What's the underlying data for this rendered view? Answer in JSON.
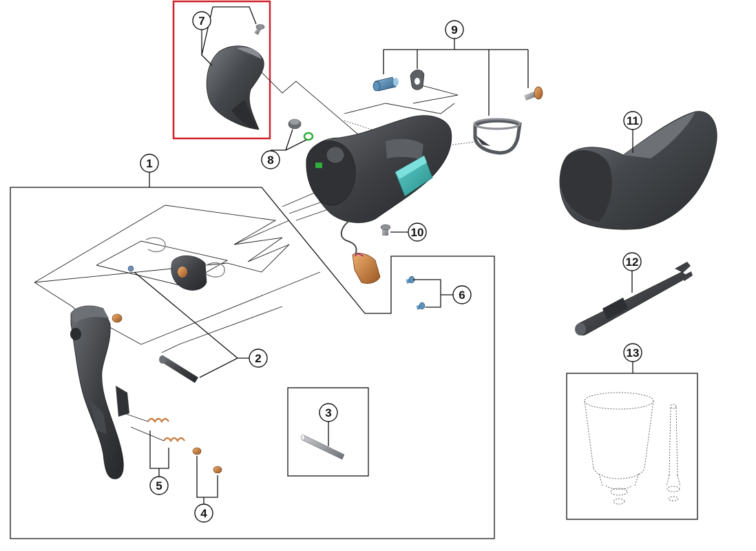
{
  "diagram": {
    "callouts": [
      {
        "id": "1",
        "label": "1"
      },
      {
        "id": "2",
        "label": "2"
      },
      {
        "id": "3",
        "label": "3"
      },
      {
        "id": "4",
        "label": "4"
      },
      {
        "id": "5",
        "label": "5"
      },
      {
        "id": "6",
        "label": "6"
      },
      {
        "id": "7",
        "label": "7"
      },
      {
        "id": "8",
        "label": "8"
      },
      {
        "id": "9",
        "label": "9"
      },
      {
        "id": "10",
        "label": "10"
      },
      {
        "id": "11",
        "label": "11"
      },
      {
        "id": "12",
        "label": "12"
      },
      {
        "id": "13",
        "label": "13"
      }
    ],
    "highlight": {
      "target": "7",
      "color": "#d0202a"
    },
    "colors": {
      "body_dark": "#3b3d40",
      "body_mid": "#55585c",
      "hood_grey": "#4a4c50",
      "copper": "#c87a3c",
      "blue_bolt": "#4a7fa8",
      "teal_battery": "#3fb0b0",
      "green_ring": "#2fae3a"
    }
  }
}
